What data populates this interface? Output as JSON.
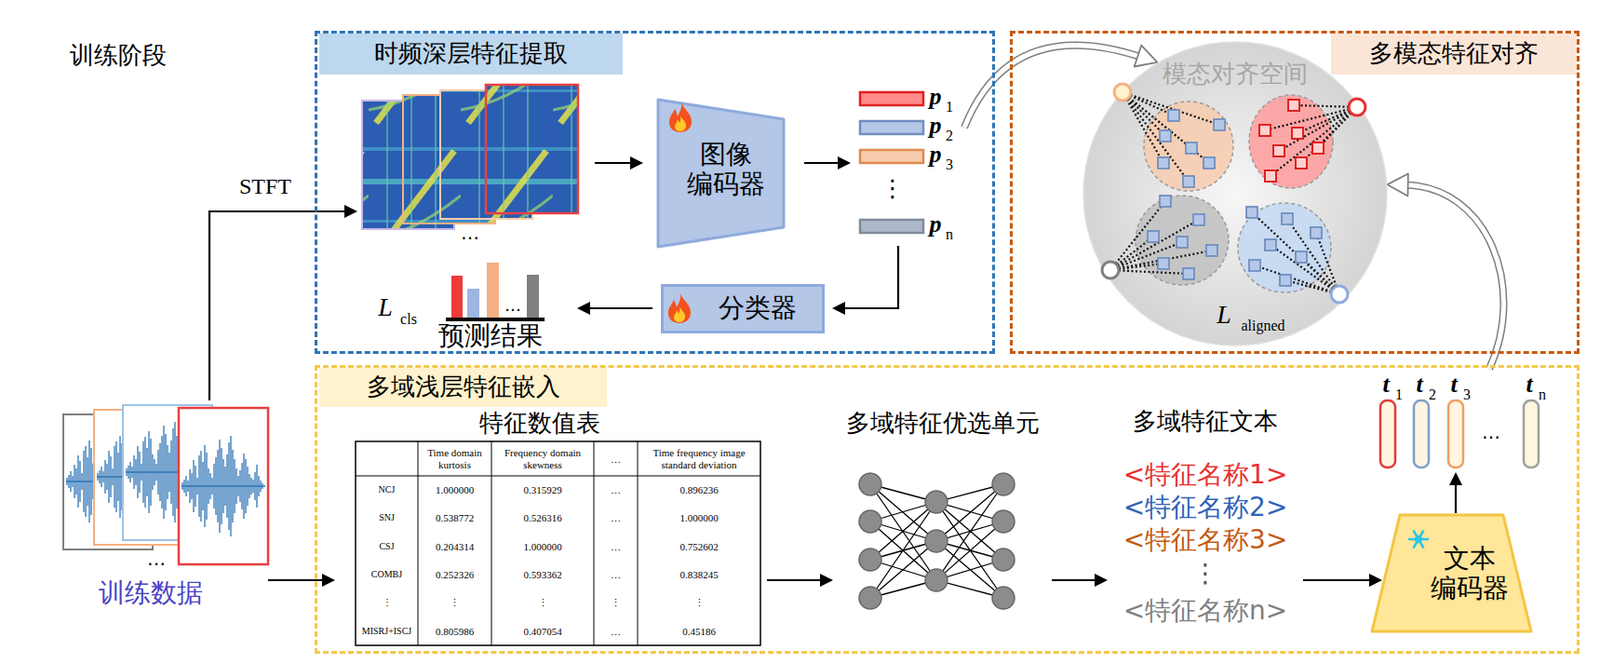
{
  "diagram": {
    "nodes": [
      {
        "text": [
          "时频深层特征提取"
        ]
      },
      {
        "text": [
          "…"
        ],
        "in": 0
      },
      {
        "text": [
          "图像 编码器"
        ],
        "in": 0
      },
      {
        "text": [
          "p",
          "1",
          "p",
          "2",
          "p",
          "3",
          "⋮",
          "p",
          "n"
        ],
        "in": 0
      },
      {
        "text": [
          "L",
          "cls",
          "…",
          "预测结果"
        ],
        "in": 0
      },
      {
        "text": [
          "分类器"
        ],
        "in": 0
      },
      {
        "text": [
          "多模态特征对齐"
        ]
      },
      {
        "text": [
          "模态对齐空间",
          "L",
          "aligned"
        ],
        "in": 6
      },
      {
        "text": [
          "…",
          "训练数据"
        ]
      },
      {
        "text": [
          "多域浅层特征嵌入"
        ]
      },
      {
        "text": [
          "特征数值表"
        ],
        "in": 9
      },
      {
        "text": [
          "多域特征优选单元"
        ],
        "in": 9
      },
      {
        "text": [
          "多域特征文本",
          "<特征名称1>",
          "<特征名称2>",
          "<特征名称3>",
          "⋮",
          "<特征名称n>"
        ],
        "in": 9
      },
      {
        "text": [
          "文本 编码器"
        ],
        "in": 9
      },
      {
        "text": [
          "t",
          "1",
          "t",
          "2",
          "t",
          "3",
          "…",
          "t",
          "n"
        ],
        "in": 9
      }
    ],
    "edges": [
      {
        "from": 8,
        "to": 1,
        "label": "STFT",
        "arrow": "to"
      },
      {
        "from": 1,
        "to": 2,
        "arrow": "to"
      },
      {
        "from": 2,
        "to": 3,
        "arrow": "to"
      },
      {
        "from": 3,
        "to": 5,
        "arrow": "to"
      },
      {
        "from": 5,
        "to": 4,
        "arrow": "to"
      },
      {
        "from": 3,
        "to": 7,
        "arrow": "to"
      },
      {
        "from": 8,
        "to": 10,
        "arrow": "to"
      },
      {
        "from": 10,
        "to": 11,
        "arrow": "to"
      },
      {
        "from": 11,
        "to": 12,
        "arrow": "to"
      },
      {
        "from": 12,
        "to": 13,
        "arrow": "to"
      },
      {
        "from": 13,
        "to": 14,
        "arrow": "to"
      },
      {
        "from": 14,
        "to": 7,
        "arrow": "to"
      }
    ],
    "labels": [
      "训练阶段",
      "Time domain kurtosis",
      "Frequency domain skewness",
      "…",
      "Time frequency image standard deviation",
      "NCJ",
      "1.000000",
      "0.315929",
      "…",
      "0.896236",
      "SNJ",
      "0.538772",
      "0.526316",
      "…",
      "1.000000",
      "CSJ",
      "0.204314",
      "1.000000",
      "…",
      "0.752602",
      "COMBJ",
      "0.252326",
      "0.593362",
      "…",
      "0.838245",
      "⋮",
      "⋮",
      "⋮",
      "⋮",
      "⋮",
      "MISRJ+ISCJ",
      "0.805986",
      "0.407054",
      "…",
      "0.45186"
    ]
  }
}
